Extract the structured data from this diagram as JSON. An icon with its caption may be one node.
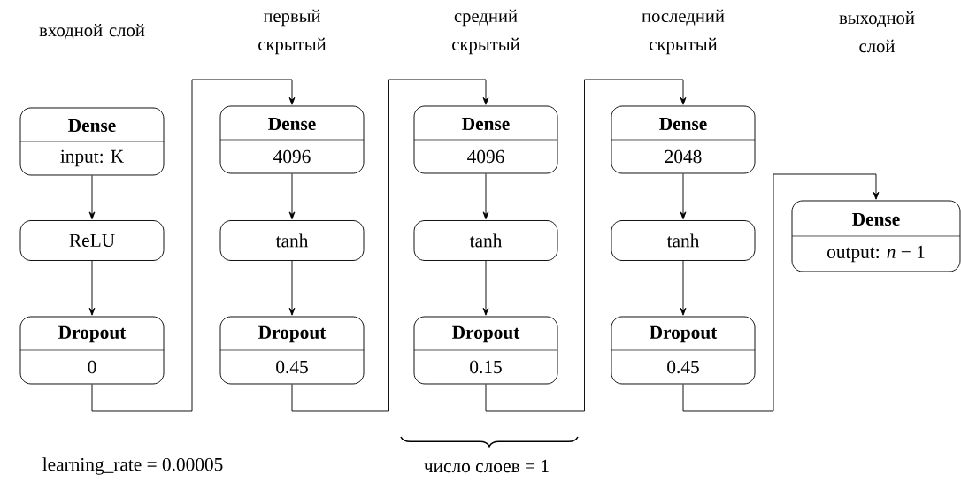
{
  "diagram": {
    "nodes": [
      {
        "text": [
          "Dense",
          "input: K"
        ]
      },
      {
        "text": [
          "ReLU"
        ]
      },
      {
        "text": [
          "Dropout",
          "0"
        ]
      },
      {
        "text": [
          "Dense",
          "4096"
        ]
      },
      {
        "text": [
          "tanh"
        ]
      },
      {
        "text": [
          "Dropout",
          "0.45"
        ]
      },
      {
        "text": [
          "Dense",
          "4096"
        ]
      },
      {
        "text": [
          "tanh"
        ]
      },
      {
        "text": [
          "Dropout",
          "0.15"
        ]
      },
      {
        "text": [
          "Dense",
          "2048"
        ]
      },
      {
        "text": [
          "tanh"
        ]
      },
      {
        "text": [
          "Dropout",
          "0.45"
        ]
      },
      {
        "text": [
          "Dense",
          "output: *n* − 1"
        ]
      }
    ],
    "edges": [
      {
        "from": 0,
        "to": 1,
        "arrow": "to"
      },
      {
        "from": 1,
        "to": 2,
        "arrow": "to"
      },
      {
        "from": 2,
        "to": 3,
        "arrow": "to"
      },
      {
        "from": 3,
        "to": 4,
        "arrow": "to"
      },
      {
        "from": 4,
        "to": 5,
        "arrow": "to"
      },
      {
        "from": 5,
        "to": 6,
        "arrow": "to"
      },
      {
        "from": 6,
        "to": 7,
        "arrow": "to"
      },
      {
        "from": 7,
        "to": 8,
        "arrow": "to"
      },
      {
        "from": 8,
        "to": 9,
        "arrow": "to"
      },
      {
        "from": 9,
        "to": 10,
        "arrow": "to"
      },
      {
        "from": 10,
        "to": 11,
        "arrow": "to"
      },
      {
        "from": 11,
        "to": 12,
        "arrow": "to"
      }
    ],
    "labels": [
      "входной слой",
      "первый скрытый",
      "средний скрытый",
      "последний скрытый",
      "выходной слой",
      "learning_rate = 0.00005",
      "число слоев = 1"
    ]
  }
}
